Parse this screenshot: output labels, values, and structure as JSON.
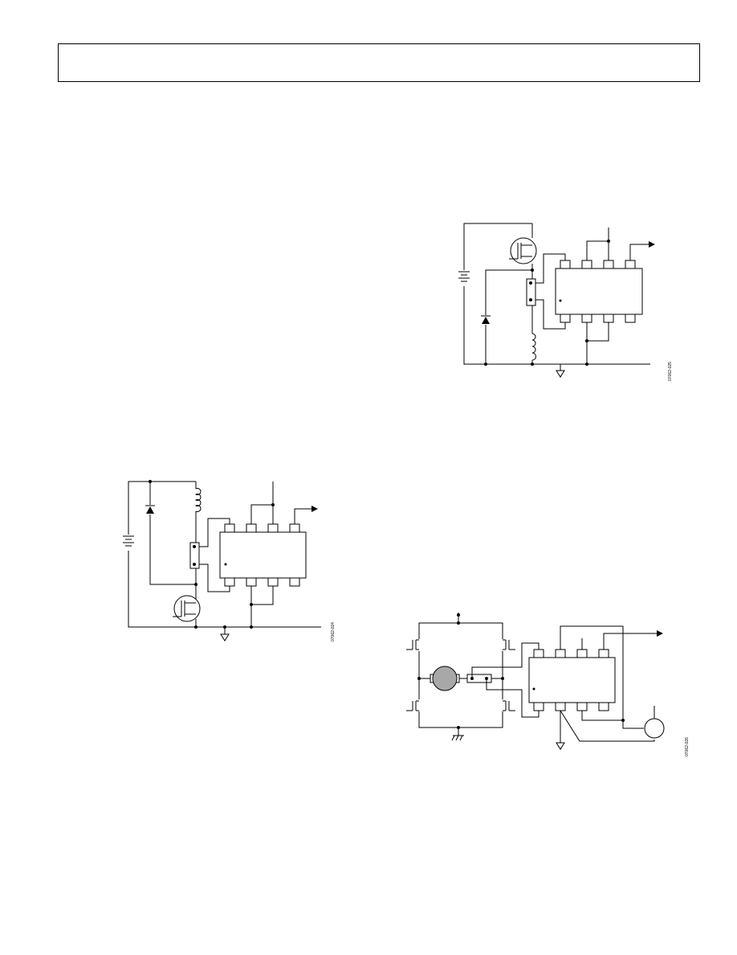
{
  "header": {
    "title": ""
  },
  "figures": [
    {
      "id": "buck-converter",
      "figure_code": "07062-025"
    },
    {
      "id": "boost-converter",
      "figure_code": "07062-024"
    },
    {
      "id": "h-bridge-motor-control",
      "figure_code": "07062-026"
    }
  ],
  "colors": {
    "ink": "#000000",
    "motor_fill": "#a8a8a8",
    "background": "#ffffff"
  },
  "icons": [
    "ground-icon",
    "battery-icon",
    "diode-icon",
    "inductor-icon",
    "mosfet-icon",
    "arrow-icon",
    "motor-icon",
    "connector-icon"
  ]
}
